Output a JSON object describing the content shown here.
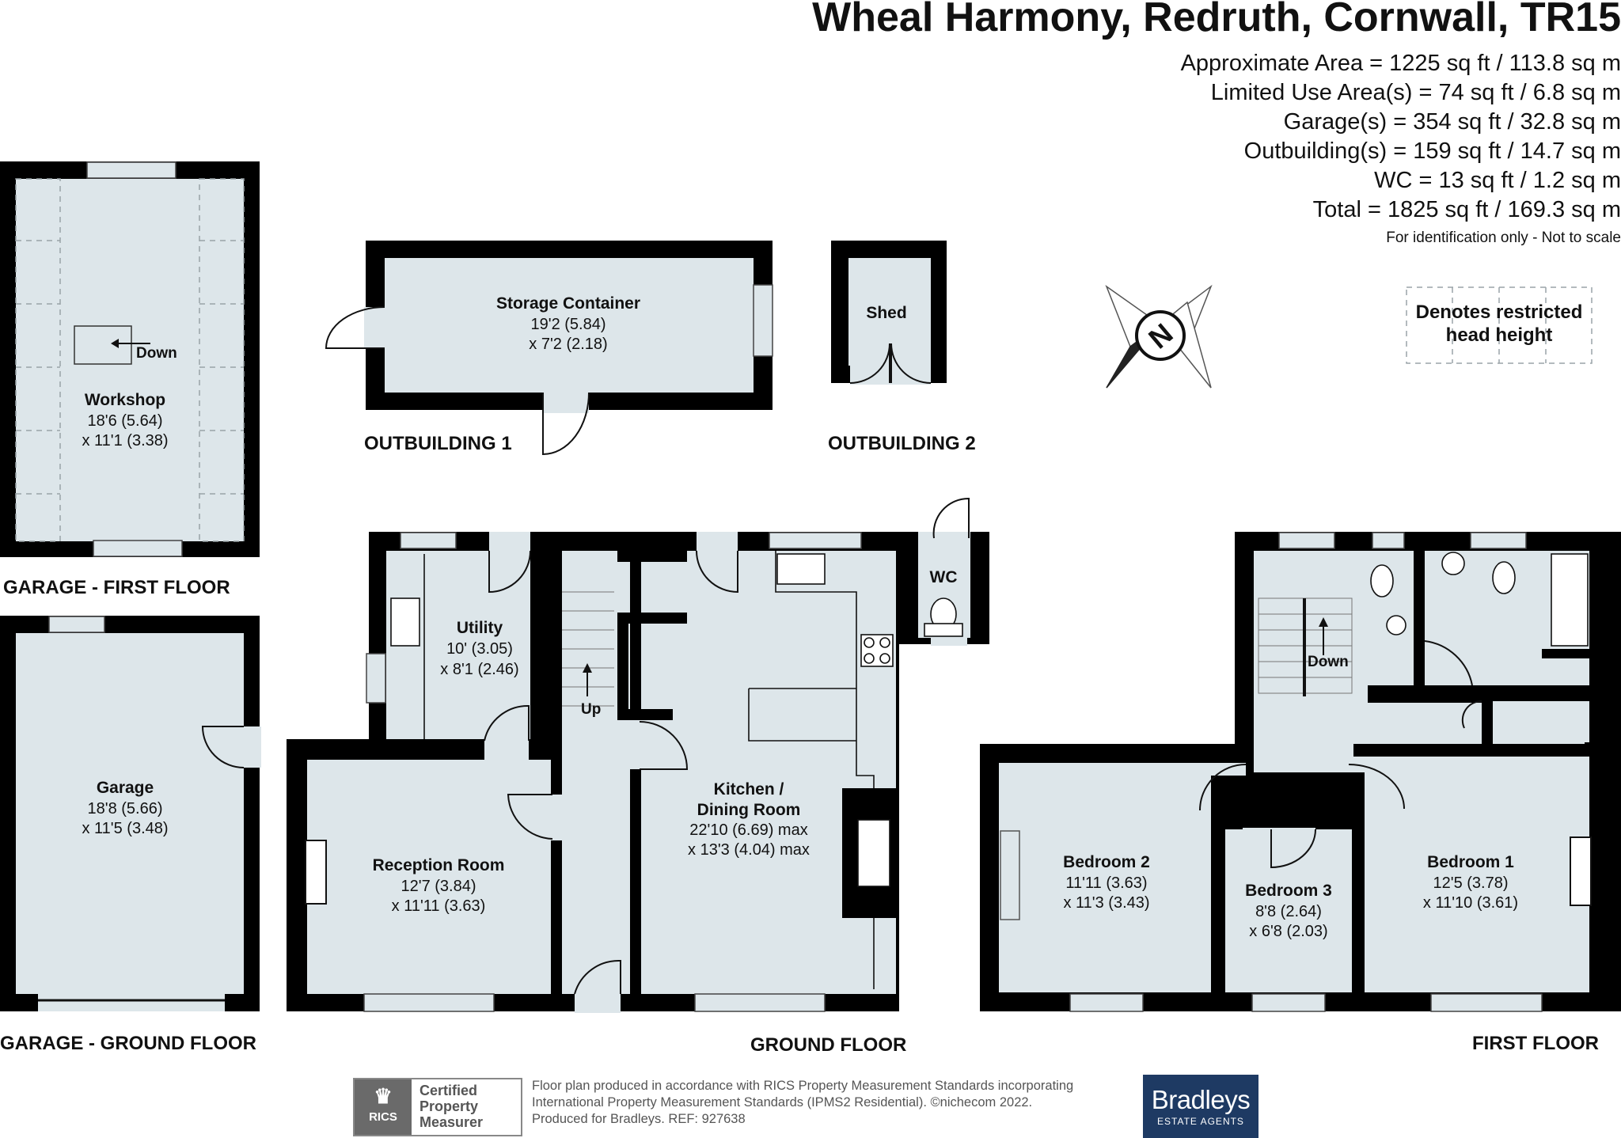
{
  "header": {
    "title": "Wheal Harmony, Redruth, Cornwall, TR15",
    "areas": [
      "Approximate Area = 1225 sq ft / 113.8 sq m",
      "Limited Use Area(s) = 74 sq ft / 6.8 sq m",
      "Garage(s) = 354 sq ft / 32.8 sq m",
      "Outbuilding(s) = 159 sq ft / 14.7 sq m",
      "WC = 13 sq ft / 1.2 sq m",
      "Total = 1825 sq ft / 169.3 sq m"
    ],
    "disclaimer": "For identification only - Not to scale"
  },
  "legend": {
    "restricted_line1": "Denotes restricted",
    "restricted_line2": "head height"
  },
  "compass": {
    "letter": "N",
    "icon": "compass-icon"
  },
  "floors": {
    "garage_first": "GARAGE - FIRST FLOOR",
    "garage_ground": "GARAGE - GROUND FLOOR",
    "outbuilding1": "OUTBUILDING 1",
    "outbuilding2": "OUTBUILDING 2",
    "ground": "GROUND FLOOR",
    "first": "FIRST FLOOR"
  },
  "rooms": {
    "workshop": {
      "name": "Workshop",
      "dim1": "18'6 (5.64)",
      "dim2": "x 11'1 (3.38)"
    },
    "garage": {
      "name": "Garage",
      "dim1": "18'8 (5.66)",
      "dim2": "x 11'5 (3.48)"
    },
    "storage": {
      "name": "Storage Container",
      "dim1": "19'2 (5.84)",
      "dim2": "x 7'2 (2.18)"
    },
    "shed": {
      "name": "Shed"
    },
    "utility": {
      "name": "Utility",
      "dim1": "10' (3.05)",
      "dim2": "x 8'1 (2.46)"
    },
    "reception": {
      "name": "Reception Room",
      "dim1": "12'7 (3.84)",
      "dim2": "x 11'11 (3.63)"
    },
    "kitchen": {
      "name1": "Kitchen /",
      "name2": "Dining Room",
      "dim1": "22'10 (6.69) max",
      "dim2": "x 13'3 (4.04) max"
    },
    "wc": {
      "name": "WC"
    },
    "bedroom1": {
      "name": "Bedroom 1",
      "dim1": "12'5 (3.78)",
      "dim2": "x 11'10 (3.61)"
    },
    "bedroom2": {
      "name": "Bedroom 2",
      "dim1": "11'11 (3.63)",
      "dim2": "x 11'3 (3.43)"
    },
    "bedroom3": {
      "name": "Bedroom 3",
      "dim1": "8'8 (2.64)",
      "dim2": "x 6'8 (2.03)"
    }
  },
  "stairs": {
    "down_workshop": "Down",
    "up": "Up",
    "down_first": "Down"
  },
  "footer": {
    "rics_mark": "RICS",
    "rics_cert": [
      "Certified",
      "Property",
      "Measurer"
    ],
    "lines": [
      "Floor plan produced in accordance with RICS Property Measurement Standards incorporating",
      "International Property Measurement Standards (IPMS2 Residential).   ©nichecom 2022.",
      "Produced for Bradleys.    REF: 927638"
    ],
    "brand_name": "Bradleys",
    "brand_sub": "ESTATE AGENTS"
  },
  "colors": {
    "floor": "#dde6ea",
    "wall": "#000000",
    "brand": "#1e3a63"
  }
}
